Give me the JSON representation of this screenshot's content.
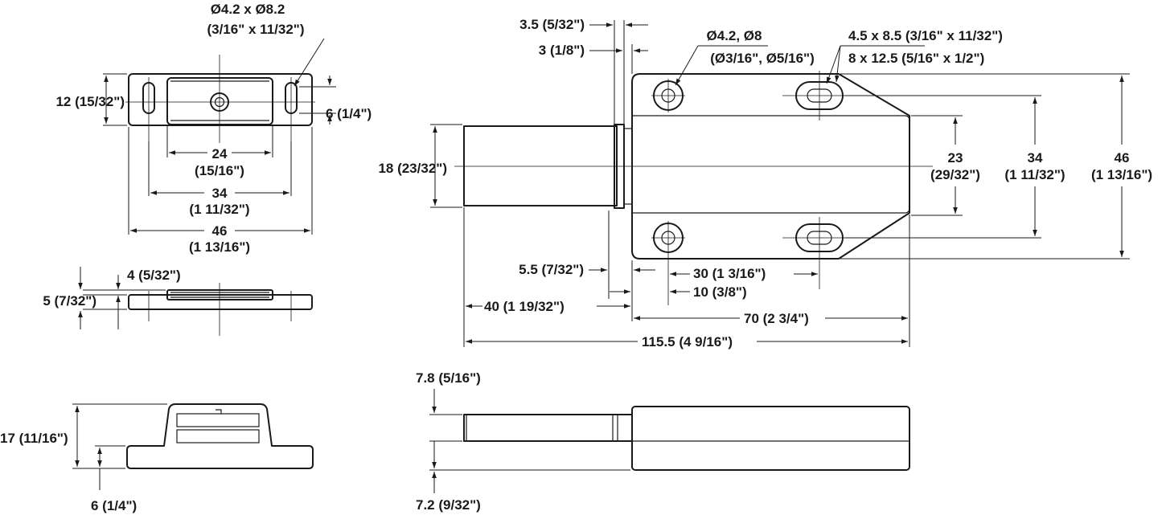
{
  "labels": {
    "catch_hole": "Ø4.2 x Ø8.2",
    "catch_hole_in": "(3/16\" x 11/32\")",
    "catch_height": "12 (15/32\")",
    "catch_slot_height": "6 (1/4\")",
    "catch_24": "24",
    "catch_24_in": "(15/16\")",
    "catch_34": "34",
    "catch_34_in": "(1 11/32\")",
    "catch_46": "46",
    "catch_46_in": "(1 13/16\")",
    "catch_4": "4 (5/32\")",
    "catch_5": "5 (7/32\")",
    "base_17": "17 (11/16\")",
    "base_6": "6 (1/4\")",
    "top_3_5": "3.5 (5/32\")",
    "top_3": "3 (1/8\")",
    "latch_hole": "Ø4.2, Ø8",
    "latch_hole_in": "(Ø3/16\", Ø5/16\")",
    "latch_slot_a": "4.5 x 8.5 (3/16\" x 11/32\")",
    "latch_slot_b": "8 x 12.5 (5/16\" x 1/2\")",
    "plunger_18": "18 (23/32\")",
    "latch_23": "23",
    "latch_23_in": "(29/32\")",
    "latch_34_in": "(1 11/32\")",
    "latch_46_in": "(1 13/16\")",
    "latch_5_5": "5.5 (7/32\")",
    "latch_30": "30 (1 3/16\")",
    "latch_10": "10 (3/8\")",
    "latch_40": "40 (1 19/32\")",
    "latch_70": "70  (2 3/4\")",
    "latch_115": "115.5 (4 9/16\")",
    "side_7_8": "7.8 (5/16\")",
    "side_7_2": "7.2 (9/32\")"
  }
}
